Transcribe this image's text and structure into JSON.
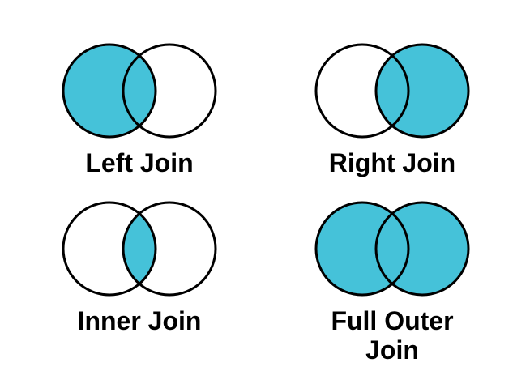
{
  "page": {
    "background": "#FFFFFF",
    "description": "SQL join types shown as Venn diagrams"
  },
  "colors": {
    "circle_fill": "#45C2D9",
    "circle_stroke": "#000000",
    "label_text": "#000000"
  },
  "diagrams": [
    {
      "id": "left-join",
      "label": "Left Join",
      "left_circle_filled": true,
      "right_circle_filled": false,
      "intersection_filled": true
    },
    {
      "id": "right-join",
      "label": "Right Join",
      "left_circle_filled": false,
      "right_circle_filled": true,
      "intersection_filled": true
    },
    {
      "id": "inner-join",
      "label": "Inner Join",
      "left_circle_filled": false,
      "right_circle_filled": false,
      "intersection_filled": true
    },
    {
      "id": "full-outer-join",
      "label": "Full Outer\nJoin",
      "left_circle_filled": true,
      "right_circle_filled": true,
      "intersection_filled": true
    }
  ]
}
